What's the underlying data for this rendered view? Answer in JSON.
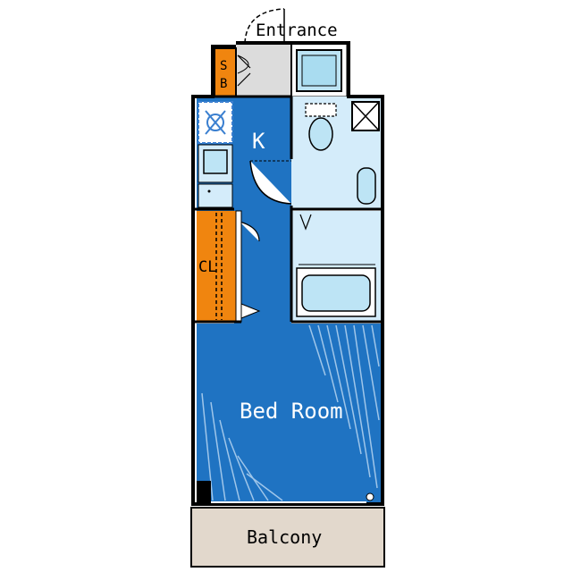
{
  "labels": {
    "entrance": "Entrance",
    "shoe_box": "SB",
    "kitchen": "K",
    "closet": "CL",
    "bedroom": "Bed Room",
    "balcony": "Balcony"
  },
  "colors": {
    "bedroom": "#1f73c2",
    "wet_area": "#d4ecfa",
    "storage": "#f0850f",
    "balcony": "#e2d8cc",
    "entry_floor": "#dcdcdc",
    "wall": "#000000"
  }
}
